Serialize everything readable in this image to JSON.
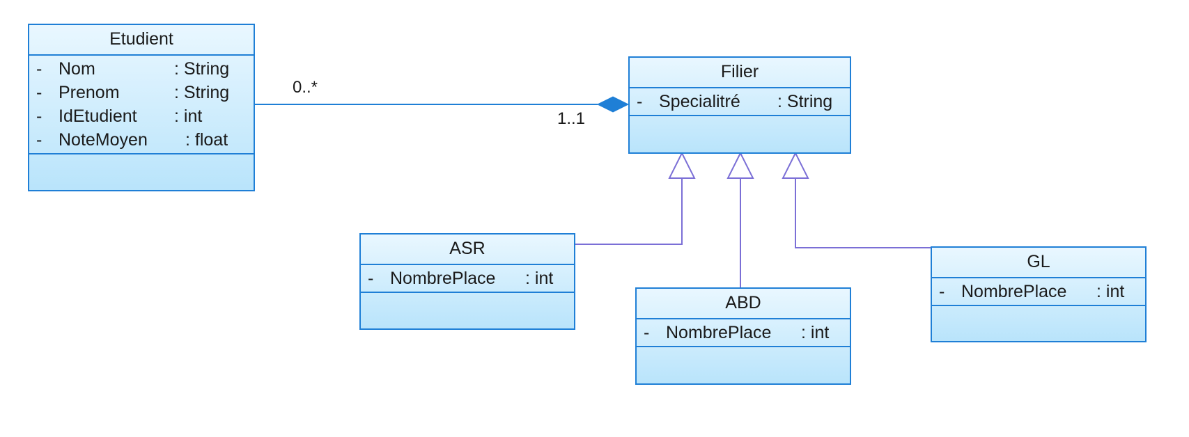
{
  "classes": {
    "etudient": {
      "name": "Etudient",
      "attributes": [
        {
          "vis": "-",
          "name": "Nom",
          "type": ": String"
        },
        {
          "vis": "-",
          "name": "Prenom",
          "type": ": String"
        },
        {
          "vis": "-",
          "name": "IdEtudient",
          "type": ": int"
        },
        {
          "vis": "-",
          "name": "NoteMoyen",
          "type": ": float"
        }
      ]
    },
    "filier": {
      "name": "Filier",
      "attributes": [
        {
          "vis": "-",
          "name": "Specialitré",
          "type": ": String"
        }
      ]
    },
    "asr": {
      "name": "ASR",
      "attributes": [
        {
          "vis": "-",
          "name": "NombrePlace",
          "type": ": int"
        }
      ]
    },
    "abd": {
      "name": "ABD",
      "attributes": [
        {
          "vis": "-",
          "name": "NombrePlace",
          "type": ": int"
        }
      ]
    },
    "gl": {
      "name": "GL",
      "attributes": [
        {
          "vis": "-",
          "name": "NombrePlace",
          "type": ": int"
        }
      ]
    }
  },
  "association": {
    "multiplicity_etudient_end": "0..*",
    "multiplicity_filier_end": "1..1",
    "type": "composition"
  },
  "generalizations": [
    {
      "child": "ASR",
      "parent": "Filier"
    },
    {
      "child": "ABD",
      "parent": "Filier"
    },
    {
      "child": "GL",
      "parent": "Filier"
    }
  ],
  "colors": {
    "class_border": "#1f7fd6",
    "class_fill_top": "#e9f7ff",
    "class_fill_bottom": "#b9e4fb",
    "association_line": "#1f7fd6",
    "generalization_line": "#7b6fd6"
  }
}
